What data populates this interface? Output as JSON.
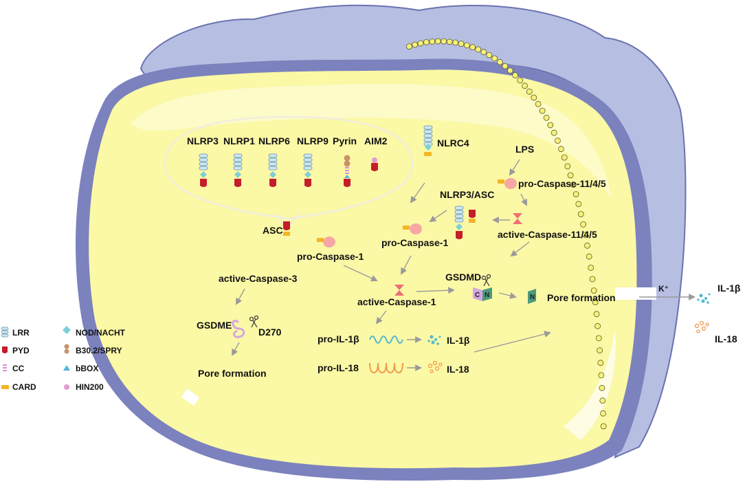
{
  "colors": {
    "cell_fill": "#fbf8a6",
    "cell_border": "#7b82bd",
    "cap_fill": "#b5bde0",
    "lrr": "#9bc8e0",
    "pyd": "#c41e2a",
    "cc": "#d98fd6",
    "card": "#f4b526",
    "nod": "#7fcfd6",
    "b30": "#c9926a",
    "bbox": "#4fb8d6",
    "hin200": "#e29ad4",
    "caspase_pro": "#f6a7a3",
    "caspase_active": "#ef6e78",
    "gsdmd_c": "#d6a6e0",
    "gsdmd_n": "#4c9a7a",
    "il1b": "#4cb9cf",
    "il18": "#ef9a4c",
    "arrow": "#9a9a9a"
  },
  "sensors": {
    "nlrp3": "NLRP3",
    "nlrp1": "NLRP1",
    "nlrp6": "NLRP6",
    "nlrp9": "NLRP9",
    "pyrin": "Pyrin",
    "aim2": "AIM2",
    "nlrc4": "NLRC4"
  },
  "labels": {
    "lps": "LPS",
    "asc": "ASC",
    "pro_casp1_left": "pro-Caspase-1",
    "pro_casp1_mid": "pro-Caspase-1",
    "nlrp3_asc": "NLRP3/ASC",
    "pro_casp11": "pro-Caspase-11/4/5",
    "active_casp11": "active-Caspase-11/4/5",
    "active_casp3": "active-Caspase-3",
    "active_casp1": "active-Caspase-1",
    "gsdmd": "GSDMD",
    "gsdmd_c": "C",
    "gsdmd_n": "N",
    "gsdmd_n_pore": "N",
    "pore_formation_right": "Pore formation",
    "gsdme": "GSDME",
    "d270": "D270",
    "pore_formation_left": "Pore formation",
    "pro_il1b": "pro-IL-1β",
    "il1b": "IL-1β",
    "pro_il18": "pro-IL-18",
    "il18": "IL-18",
    "k_plus": "K⁺",
    "il1b_out": "IL-1β",
    "il18_out": "IL-18"
  },
  "legend": {
    "lrr": "LRR",
    "pyd": "PYD",
    "cc": "CC",
    "card": "CARD",
    "nod": "NOD/NACHT",
    "b30": "B30.2/SPRY",
    "bbox": "bBOX",
    "hin200": "HIN200"
  }
}
